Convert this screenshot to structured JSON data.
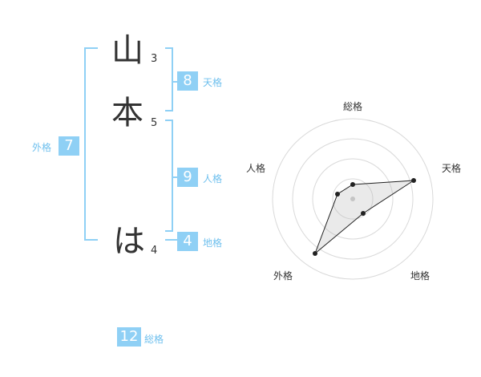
{
  "name_chars": [
    {
      "char": "山",
      "strokes": "3"
    },
    {
      "char": "本",
      "strokes": "5"
    },
    {
      "char": "は",
      "strokes": "4"
    }
  ],
  "kaku": {
    "tenkaku": {
      "value": "8",
      "label": "天格"
    },
    "jinkaku": {
      "value": "9",
      "label": "人格"
    },
    "chikaku": {
      "value": "4",
      "label": "地格"
    },
    "gaikaku": {
      "value": "7",
      "label": "外格"
    },
    "soukaku": {
      "value": "12",
      "label": "総格"
    }
  },
  "colors": {
    "accent": "#8fd0f5",
    "label": "#6fc0ee",
    "text": "#333333"
  },
  "chart_data": {
    "type": "radar",
    "axes": [
      "総格",
      "天格",
      "地格",
      "外格",
      "人格"
    ],
    "rings": 4
  }
}
